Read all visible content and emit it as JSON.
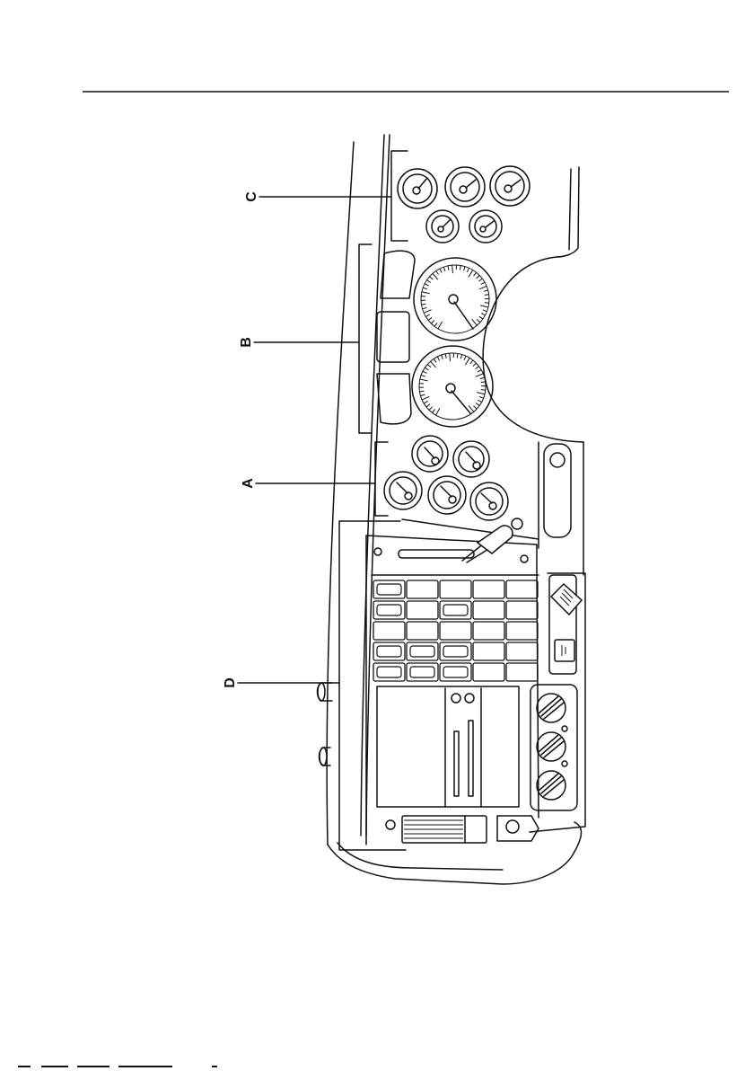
{
  "callouts": {
    "a": "A",
    "b": "B",
    "c": "C",
    "d": "D"
  },
  "colors": {
    "line": "#111111",
    "background": "#ffffff"
  }
}
